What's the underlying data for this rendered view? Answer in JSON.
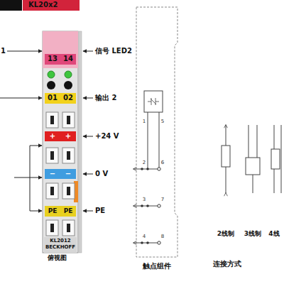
{
  "diagram": {
    "labels": [
      "KL20x2",
      "1",
      "信号 LED2",
      "13",
      "14",
      "01",
      "02",
      "输出 2",
      "+",
      "+",
      "+24 V",
      "−",
      "−",
      "0 V",
      "PE",
      "PE",
      "PE",
      "KL2012",
      "BECKHOFF",
      "俯视图",
      "1",
      "5",
      "2",
      "6",
      "3",
      "7",
      "4",
      "8",
      "触点组件",
      "2线制",
      "3线制",
      "4线",
      "连接方式"
    ]
  }
}
